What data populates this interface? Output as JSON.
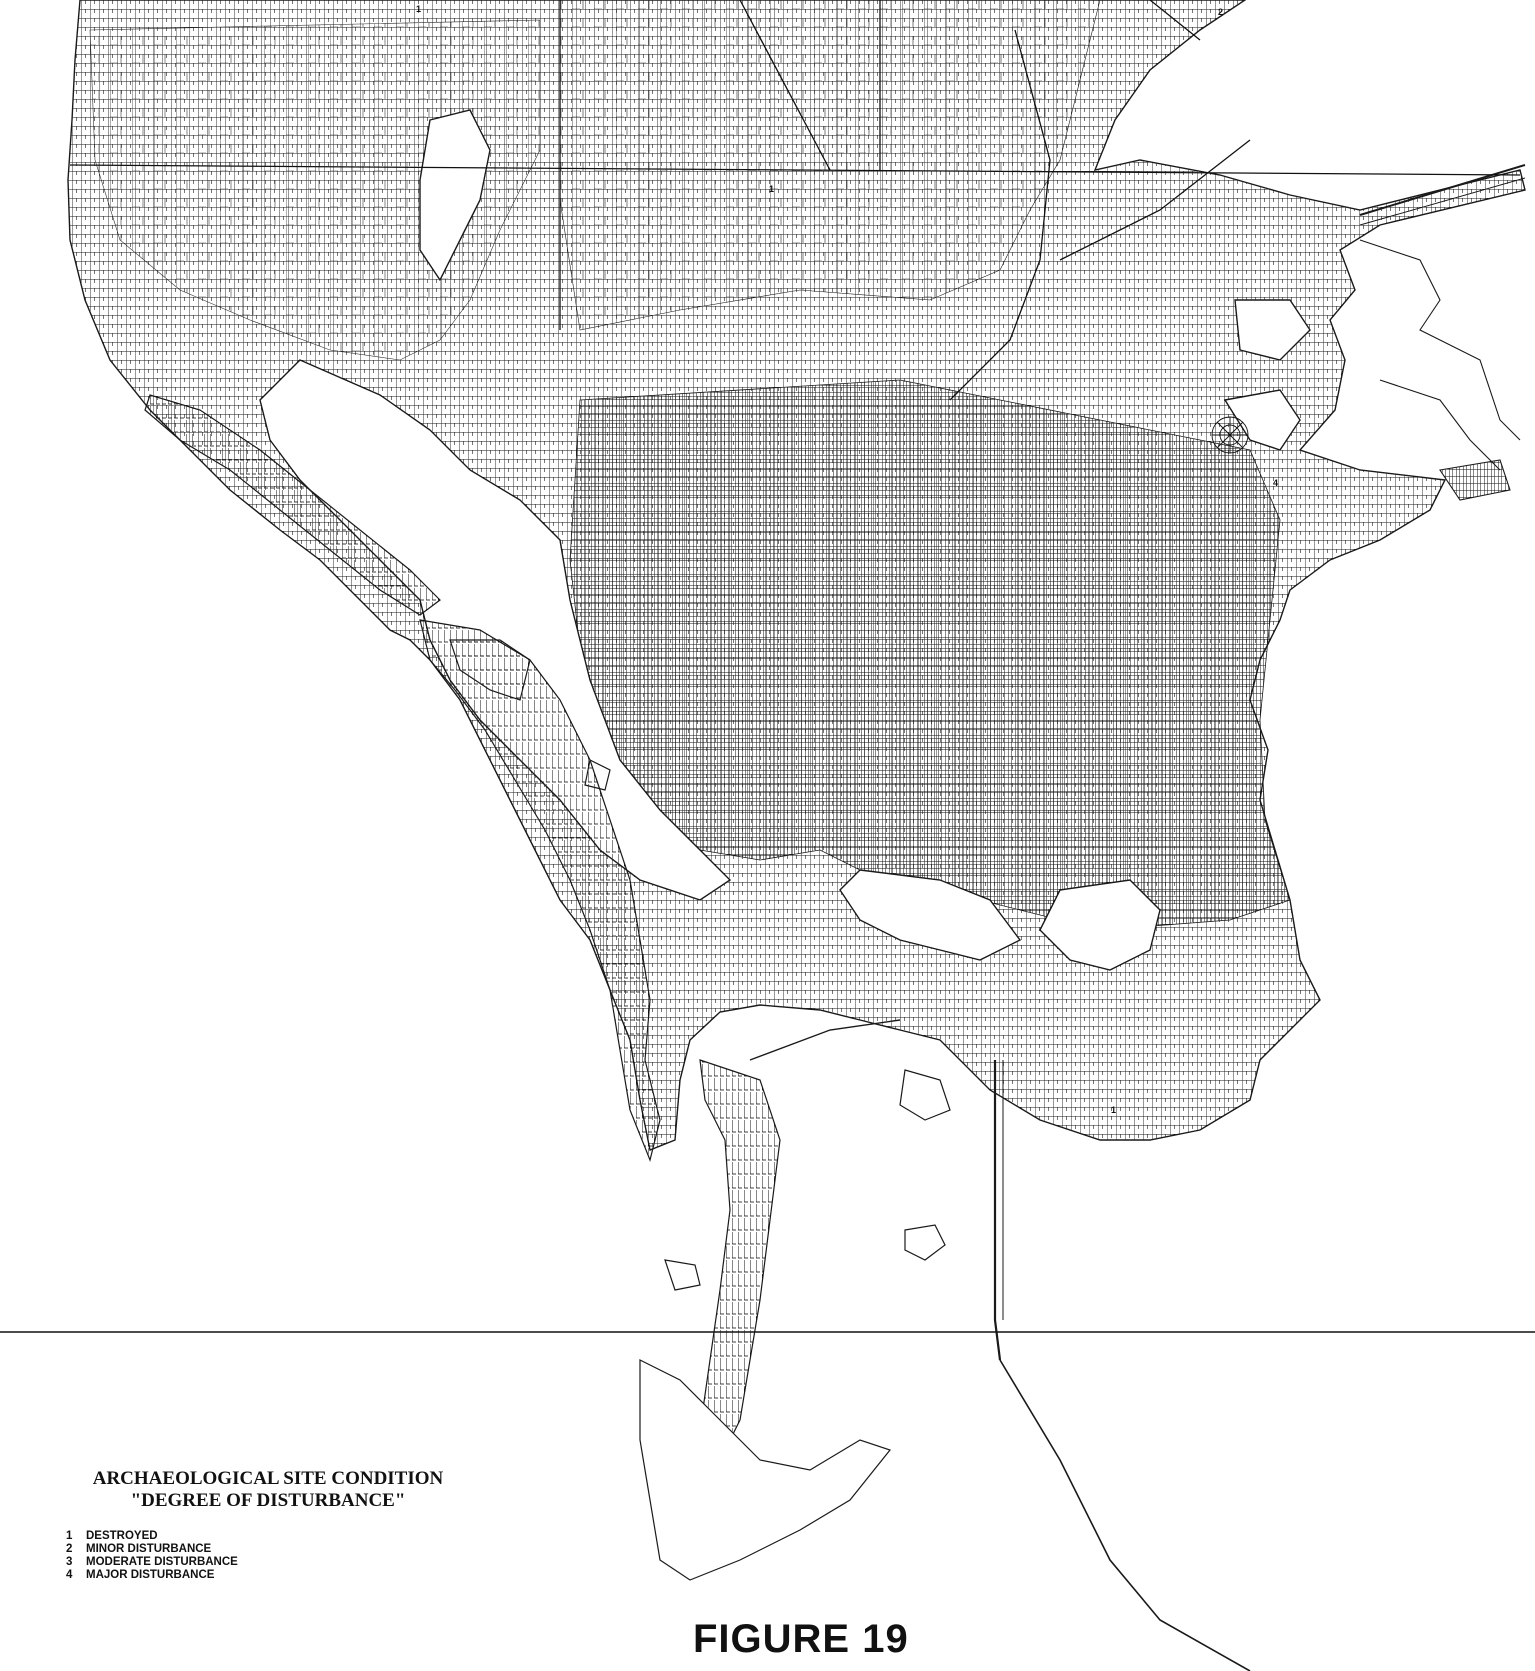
{
  "map": {
    "line_color": "#1a1a1a",
    "background_color": "#ffffff",
    "site_markers": [
      "1",
      "2",
      "1",
      "4",
      "1"
    ]
  },
  "legend": {
    "title": "ARCHAEOLOGICAL SITE CONDITION",
    "subtitle": "\"DEGREE OF DISTURBANCE\"",
    "items": [
      {
        "number": "1",
        "label": "DESTROYED"
      },
      {
        "number": "2",
        "label": "MINOR DISTURBANCE"
      },
      {
        "number": "3",
        "label": "MODERATE DISTURBANCE"
      },
      {
        "number": "4",
        "label": "MAJOR DISTURBANCE"
      }
    ]
  },
  "figure": {
    "label": "FIGURE 19"
  }
}
